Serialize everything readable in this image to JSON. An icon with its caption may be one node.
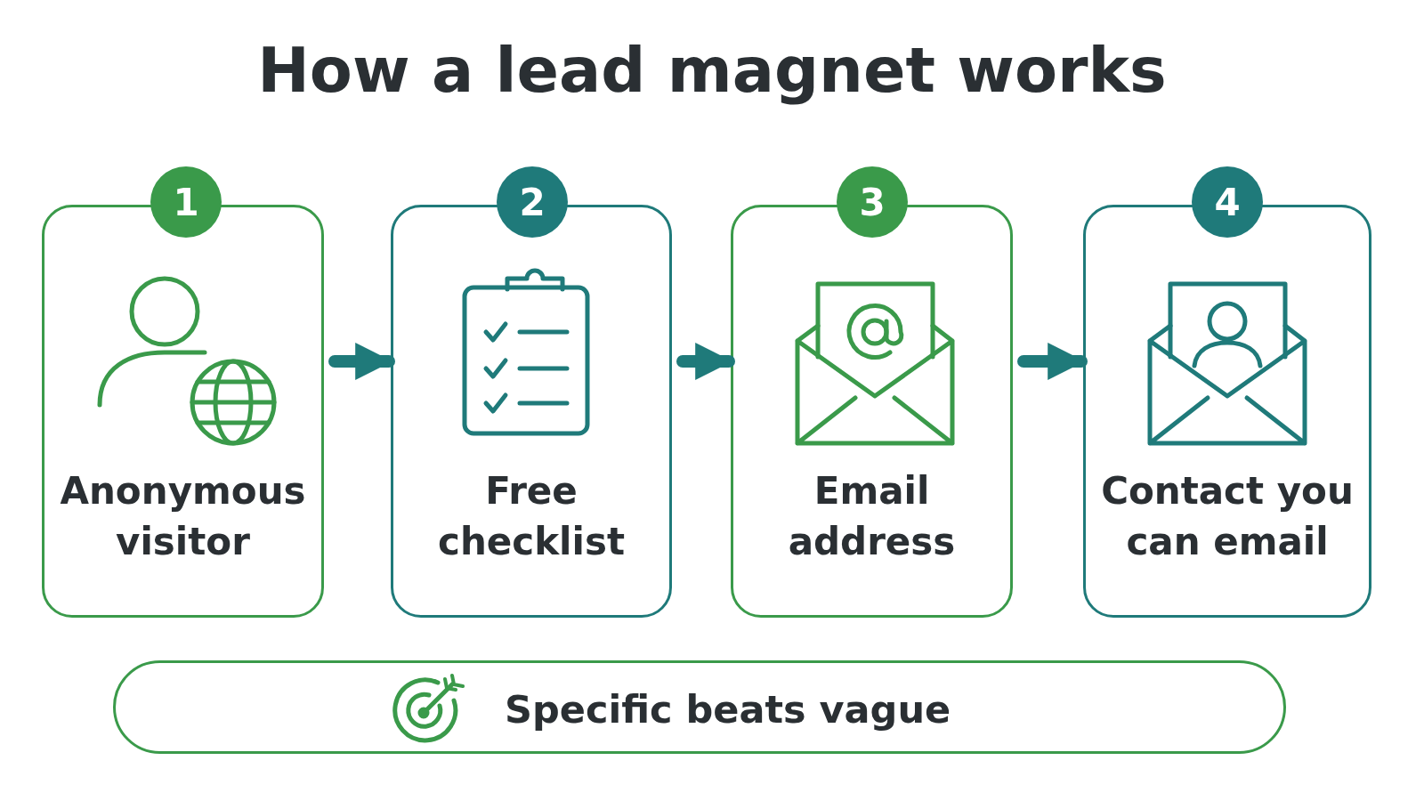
{
  "diagram": {
    "title": "How a lead magnet works",
    "nodes": [
      {
        "text": [
          "1"
        ]
      },
      {
        "text": [
          "Anonymous visitor"
        ]
      },
      {
        "text": [
          "2"
        ]
      },
      {
        "text": [
          "Free checklist"
        ]
      },
      {
        "text": [
          "3"
        ]
      },
      {
        "text": [
          "Email address"
        ]
      },
      {
        "text": [
          "4"
        ]
      },
      {
        "text": [
          "Contact you can email"
        ]
      },
      {
        "text": [
          "Specific beats vague"
        ]
      }
    ],
    "edges": [
      {
        "from": 1,
        "to": 3,
        "arrow": "to"
      },
      {
        "from": 3,
        "to": 5,
        "arrow": "to"
      },
      {
        "from": 5,
        "to": 7,
        "arrow": "to"
      }
    ]
  }
}
